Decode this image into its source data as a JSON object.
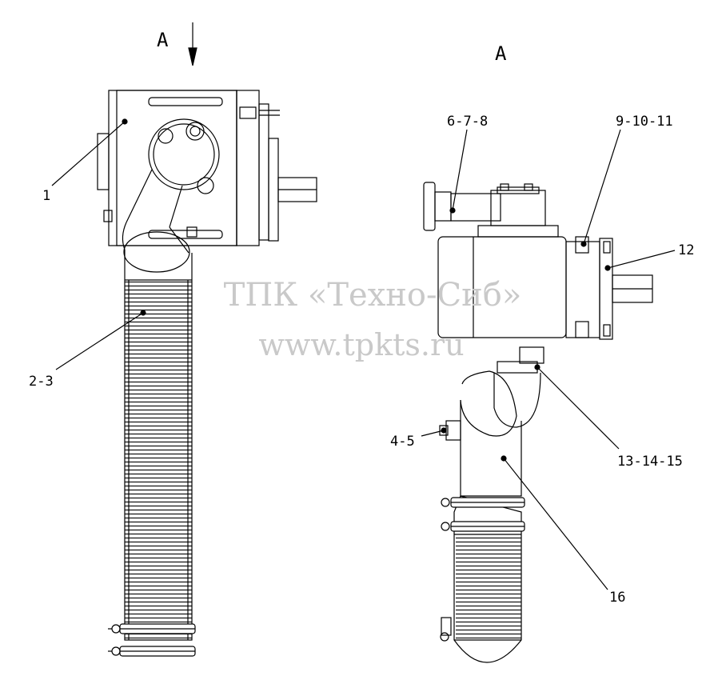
{
  "view_marks": {
    "arrow_letter": "A",
    "view_title": "A"
  },
  "callouts": {
    "c1": "1",
    "c2_3": "2-3",
    "c4_5": "4-5",
    "c6_7_8": "6-7-8",
    "c9_10_11": "9-10-11",
    "c12": "12",
    "c13_14_15": "13-14-15",
    "c16": "16"
  },
  "watermark": {
    "line1": "ТПК «Техно-Сиб»",
    "line2": "www.tpkts.ru"
  },
  "colors": {
    "ink": "#000000",
    "paper": "#ffffff",
    "watermark": "#c9c9c9"
  }
}
